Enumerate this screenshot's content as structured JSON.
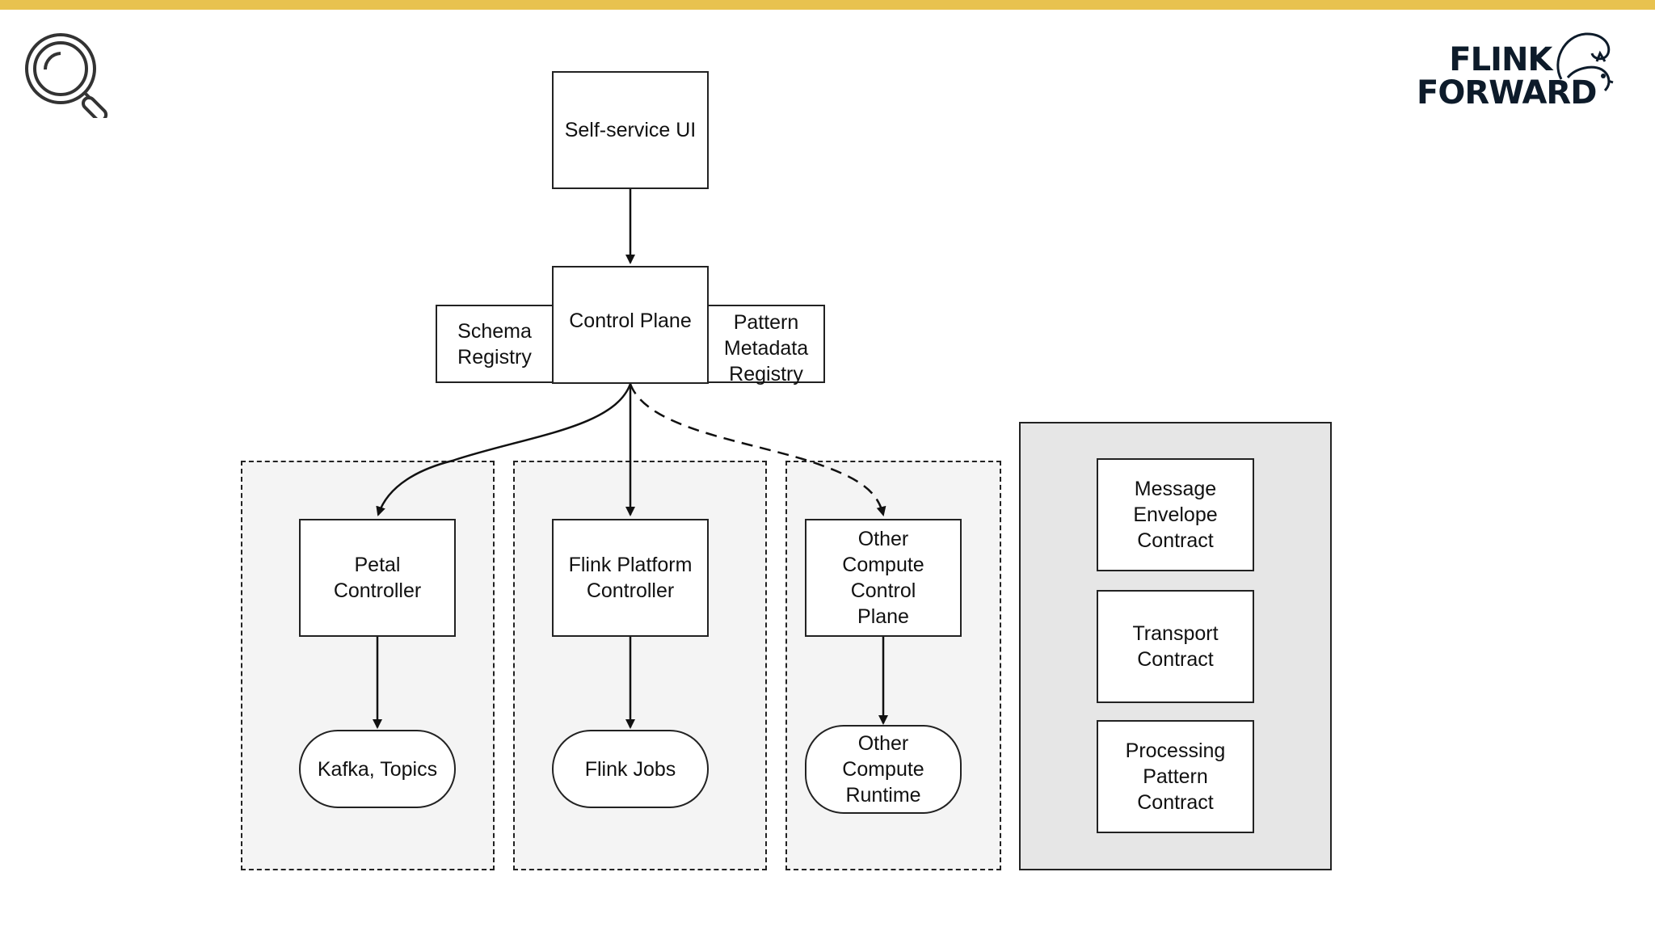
{
  "brand": {
    "line1": "FLINK",
    "line2": "FORWARD",
    "accent_color": "#e8c24f",
    "icons": [
      "magnifier-icon",
      "squirrel-icon"
    ]
  },
  "nodes": {
    "self_service_ui": "Self-service UI",
    "control_plane": "Control Plane",
    "schema_registry": "Schema Registry",
    "pattern_metadata_registry": "Pattern Metadata Registry",
    "petal_controller": "Petal Controller",
    "flink_platform_controller": "Flink Platform Controller",
    "other_compute_control_plane": "Other Compute Control Plane",
    "kafka_topics": "Kafka, Topics",
    "flink_jobs": "Flink Jobs",
    "other_compute_runtime": "Other Compute Runtime"
  },
  "contracts": {
    "message_envelope": "Message Envelope Contract",
    "transport": "Transport Contract",
    "processing_pattern": "Processing Pattern Contract"
  },
  "edges": [
    {
      "from": "self_service_ui",
      "to": "control_plane",
      "style": "solid"
    },
    {
      "from": "control_plane",
      "to": "petal_controller",
      "style": "solid"
    },
    {
      "from": "control_plane",
      "to": "flink_platform_controller",
      "style": "solid"
    },
    {
      "from": "control_plane",
      "to": "other_compute_control_plane",
      "style": "dashed"
    },
    {
      "from": "petal_controller",
      "to": "kafka_topics",
      "style": "solid"
    },
    {
      "from": "flink_platform_controller",
      "to": "flink_jobs",
      "style": "solid"
    },
    {
      "from": "other_compute_control_plane",
      "to": "other_compute_runtime",
      "style": "solid"
    }
  ]
}
